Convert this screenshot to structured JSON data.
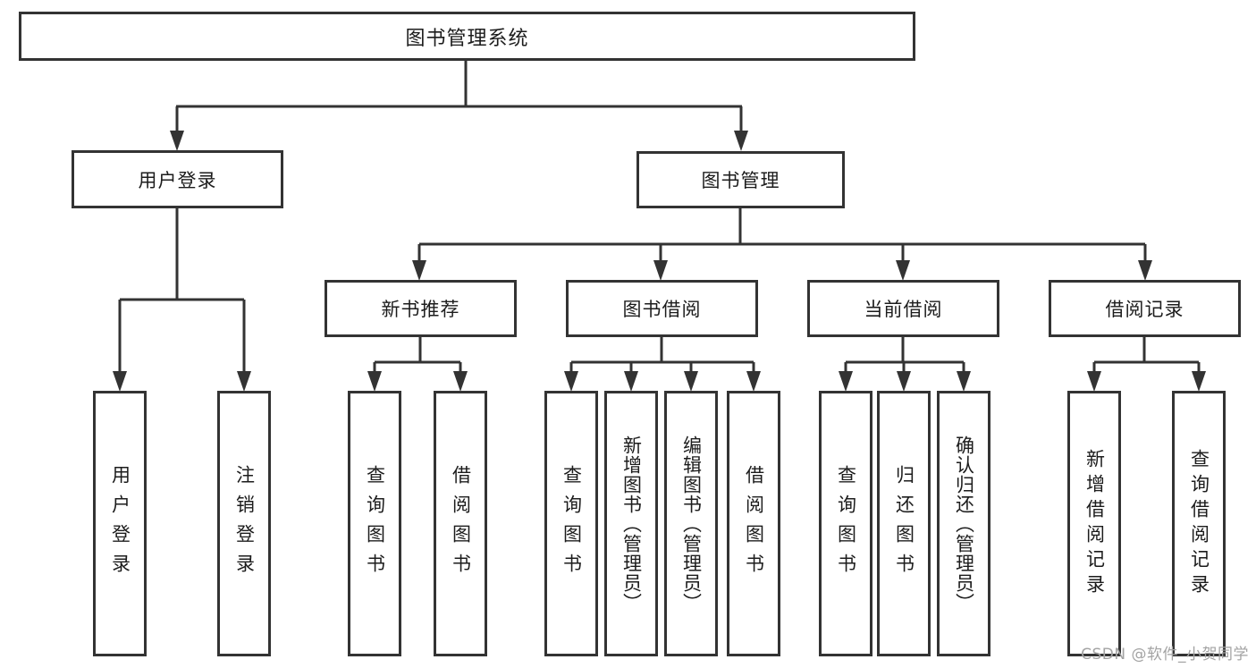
{
  "diagram": {
    "title": "图书管理系统",
    "type": "function-decomposition-tree",
    "colors": {
      "line": "#333333",
      "box_border": "#333333",
      "box_background": "#ffffff",
      "text": "#1c1c1c",
      "watermark": "#a3a3a3"
    },
    "nodes": {
      "root": {
        "label": "图书管理系统"
      },
      "user_login": {
        "label": "用户登录"
      },
      "book_mgmt": {
        "label": "图书管理"
      },
      "new_book_rec": {
        "label": "新书推荐"
      },
      "book_borrow": {
        "label": "图书借阅"
      },
      "current_borrow": {
        "label": "当前借阅"
      },
      "borrow_records": {
        "label": "借阅记录"
      },
      "ul_login": {
        "label": "用户登录"
      },
      "ul_logout": {
        "label": "注销登录"
      },
      "nb_query": {
        "label": "查询图书"
      },
      "nb_borrow": {
        "label": "借阅图书"
      },
      "bb_query": {
        "label": "查询图书"
      },
      "bb_add": {
        "label": "新增图书（管理员）"
      },
      "bb_edit": {
        "label": "编辑图书（管理员）"
      },
      "bb_borrow": {
        "label": "借阅图书"
      },
      "cb_query": {
        "label": "查询图书"
      },
      "cb_return": {
        "label": "归还图书"
      },
      "cb_confirm": {
        "label": "确认归还（管理员）"
      },
      "br_add": {
        "label": "新增借阅记录"
      },
      "br_query": {
        "label": "查询借阅记录"
      }
    },
    "edges": [
      [
        "图书管理系统",
        "用户登录"
      ],
      [
        "图书管理系统",
        "图书管理"
      ],
      [
        "用户登录",
        "用户登录"
      ],
      [
        "用户登录",
        "注销登录"
      ],
      [
        "图书管理",
        "新书推荐"
      ],
      [
        "图书管理",
        "图书借阅"
      ],
      [
        "图书管理",
        "当前借阅"
      ],
      [
        "图书管理",
        "借阅记录"
      ],
      [
        "新书推荐",
        "查询图书"
      ],
      [
        "新书推荐",
        "借阅图书"
      ],
      [
        "图书借阅",
        "查询图书"
      ],
      [
        "图书借阅",
        "新增图书（管理员）"
      ],
      [
        "图书借阅",
        "编辑图书（管理员）"
      ],
      [
        "图书借阅",
        "借阅图书"
      ],
      [
        "当前借阅",
        "查询图书"
      ],
      [
        "当前借阅",
        "归还图书"
      ],
      [
        "当前借阅",
        "确认归还（管理员）"
      ],
      [
        "借阅记录",
        "新增借阅记录"
      ],
      [
        "借阅记录",
        "查询借阅记录"
      ]
    ],
    "watermark": "CSDN @软件_小贺同学"
  }
}
